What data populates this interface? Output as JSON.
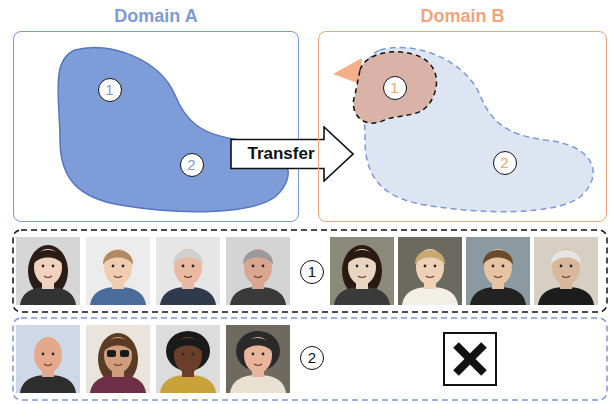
{
  "diagram": {
    "nodes": [
      {
        "text": [
          "Domain A"
        ]
      },
      {
        "text": [
          "1"
        ],
        "in": 0
      },
      {
        "text": [
          "2"
        ],
        "in": 0
      },
      {
        "text": [
          "Transfer"
        ]
      },
      {
        "text": [
          "Domain B"
        ]
      },
      {
        "text": [
          "1"
        ],
        "in": 4
      },
      {
        "text": [
          "2"
        ],
        "in": 4
      },
      {
        "text": [
          "1"
        ]
      },
      {
        "text": [
          "2"
        ]
      }
    ]
  }
}
